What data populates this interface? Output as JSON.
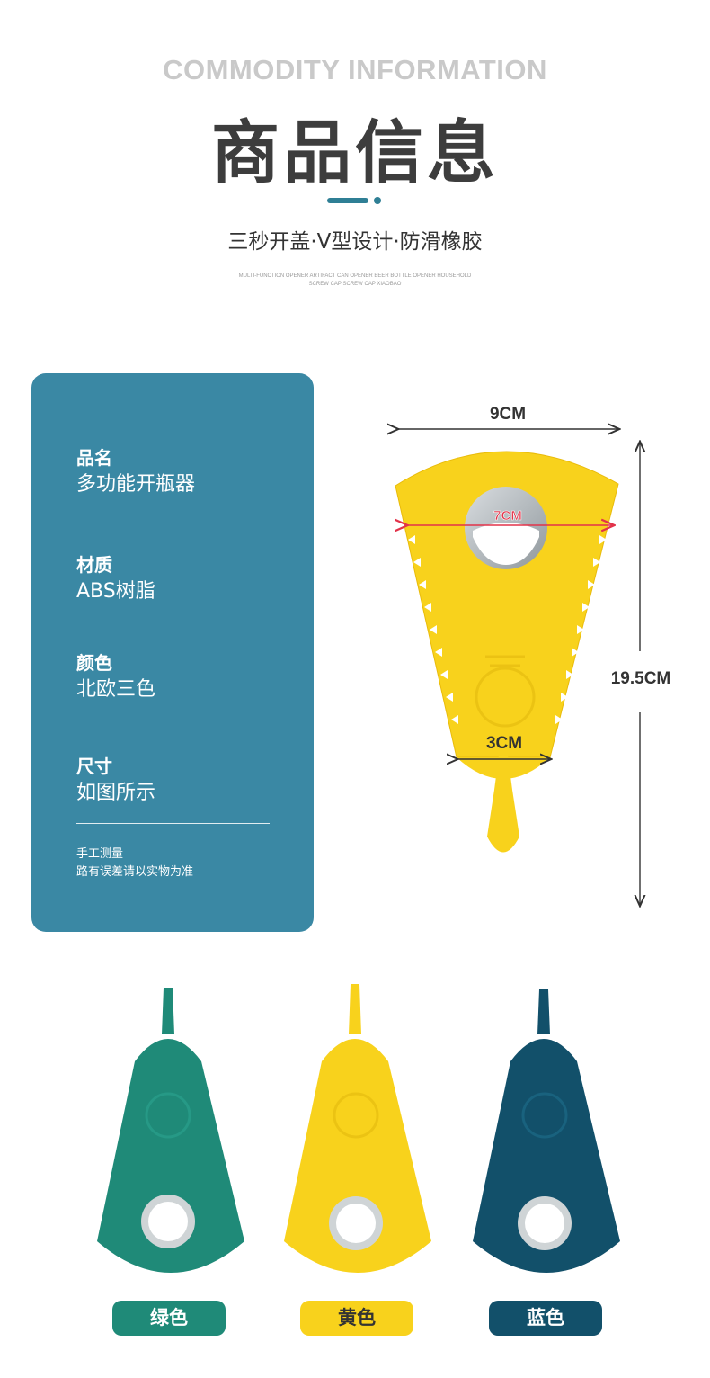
{
  "header": {
    "eyebrow": "COMMODITY INFORMATION",
    "title": "商品信息",
    "tagline": "三秒开盖·V型设计·防滑橡胶",
    "subtitle_en_line1": "MULTI-FUNCTION OPENER ARTIFACT CAN OPENER BEER BOTTLE OPENER HOUSEHOLD",
    "subtitle_en_line2": "SCREW CAP SCREW CAP XIAOBAO"
  },
  "specs": [
    {
      "label": "品名",
      "value": "多功能开瓶器"
    },
    {
      "label": "材质",
      "value": "ABS树脂"
    },
    {
      "label": "颜色",
      "value": "北欧三色"
    },
    {
      "label": "尺寸",
      "value": "如图所示"
    }
  ],
  "note": {
    "line1": "手工测量",
    "line2": "路有误差请以实物为准"
  },
  "dimensions": {
    "width_top": "9CM",
    "width_hole": "7CM",
    "width_bottom": "3CM",
    "height": "19.5CM"
  },
  "variants": [
    {
      "label": "绿色",
      "color": "#1f8a78"
    },
    {
      "label": "黄色",
      "color": "#f8d21c"
    },
    {
      "label": "蓝色",
      "color": "#12506a"
    }
  ],
  "colors": {
    "accent": "#2f7f95",
    "panel": "#3a88a4",
    "product_yellow": "#f8d21c",
    "product_green": "#1f8a78",
    "product_blue": "#12506a",
    "measure_red": "#e2334a"
  }
}
